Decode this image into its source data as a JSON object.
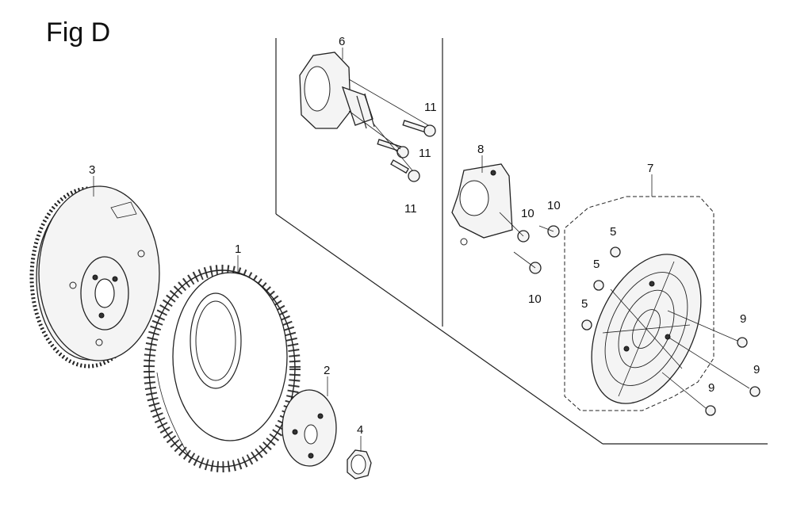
{
  "figure": {
    "title": "Fig D"
  },
  "callouts": {
    "p1": "1",
    "p2": "2",
    "p3": "3",
    "p4": "4",
    "p5a": "5",
    "p5b": "5",
    "p5c": "5",
    "p6": "6",
    "p7": "7",
    "p8": "8",
    "p9a": "9",
    "p9b": "9",
    "p9c": "9",
    "p10a": "10",
    "p10b": "10",
    "p10c": "10",
    "p11a": "11",
    "p11b": "11",
    "p11c": "11"
  }
}
